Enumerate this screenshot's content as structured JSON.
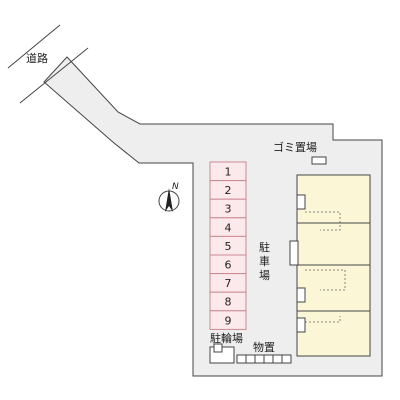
{
  "labels": {
    "road": "道路",
    "garbage": "ゴミ置場",
    "parking": [
      "駐",
      "車",
      "場"
    ],
    "bicycle": "駐輪場",
    "storage": "物置",
    "north": "N"
  },
  "parking_spaces": [
    "1",
    "2",
    "3",
    "4",
    "5",
    "6",
    "7",
    "8",
    "9"
  ],
  "colors": {
    "parking_fill": "#fbe9ec",
    "parking_border": "#c98a92",
    "building_fill": "#fbf7d6",
    "lot_fill": "#eeeeef",
    "outline": "#444444"
  }
}
